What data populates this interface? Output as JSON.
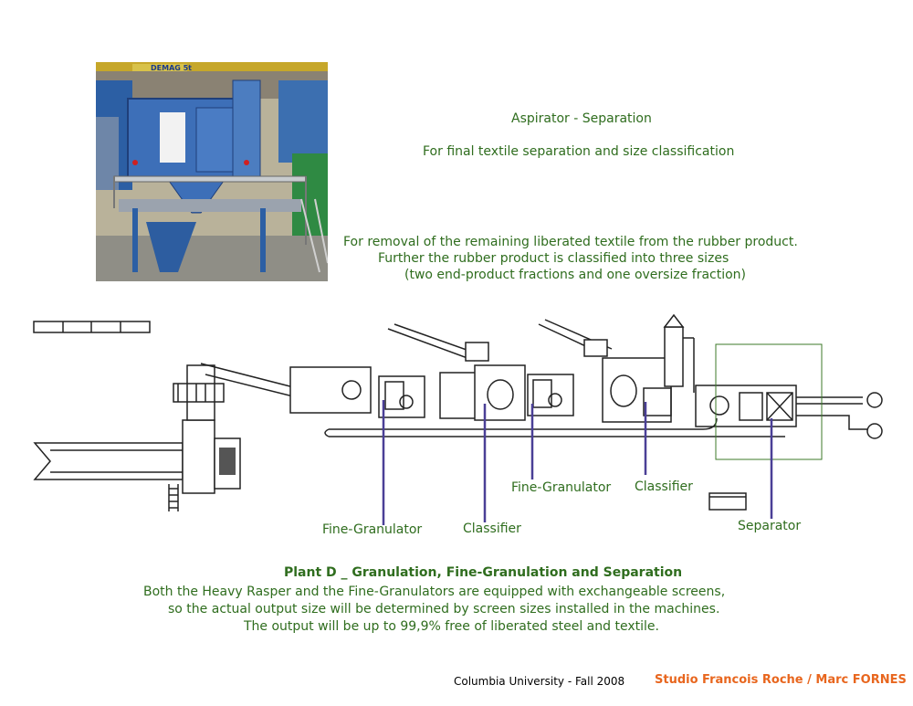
{
  "heading": {
    "title": "Aspirator - Separation",
    "subtitle": "For final textile separation and size classification"
  },
  "description": {
    "line1": "For removal of the remaining liberated textile from the rubber product.",
    "line2": "Further the rubber product is classified into three sizes",
    "line3": "(two end-product fractions and one oversize fraction)"
  },
  "photo": {
    "crane_sign": "DEMAG 5t"
  },
  "diagram": {
    "labels": {
      "fine_granulator_1": "Fine-Granulator",
      "classifier_1": "Classifier",
      "fine_granulator_2": "Fine-Granulator",
      "classifier_2": "Classifier",
      "separator": "Separator"
    },
    "colors": {
      "leader_lines": "#4a3f96",
      "highlight_box": "#3d7a2a",
      "drawing": "#222222"
    }
  },
  "caption": {
    "title": "Plant D _ Granulation, Fine-Granulation and Separation",
    "line1": "Both the Heavy Rasper and the Fine-Granulators are equipped with exchangeable screens,",
    "line2": "so the actual output size will be determined by screen sizes installed in the machines.",
    "line3": "The output will be up to 99,9% free of liberated steel and textile."
  },
  "footer": {
    "left": "Columbia University - Fall 2008",
    "right": "Studio Francois Roche / Marc FORNES"
  }
}
